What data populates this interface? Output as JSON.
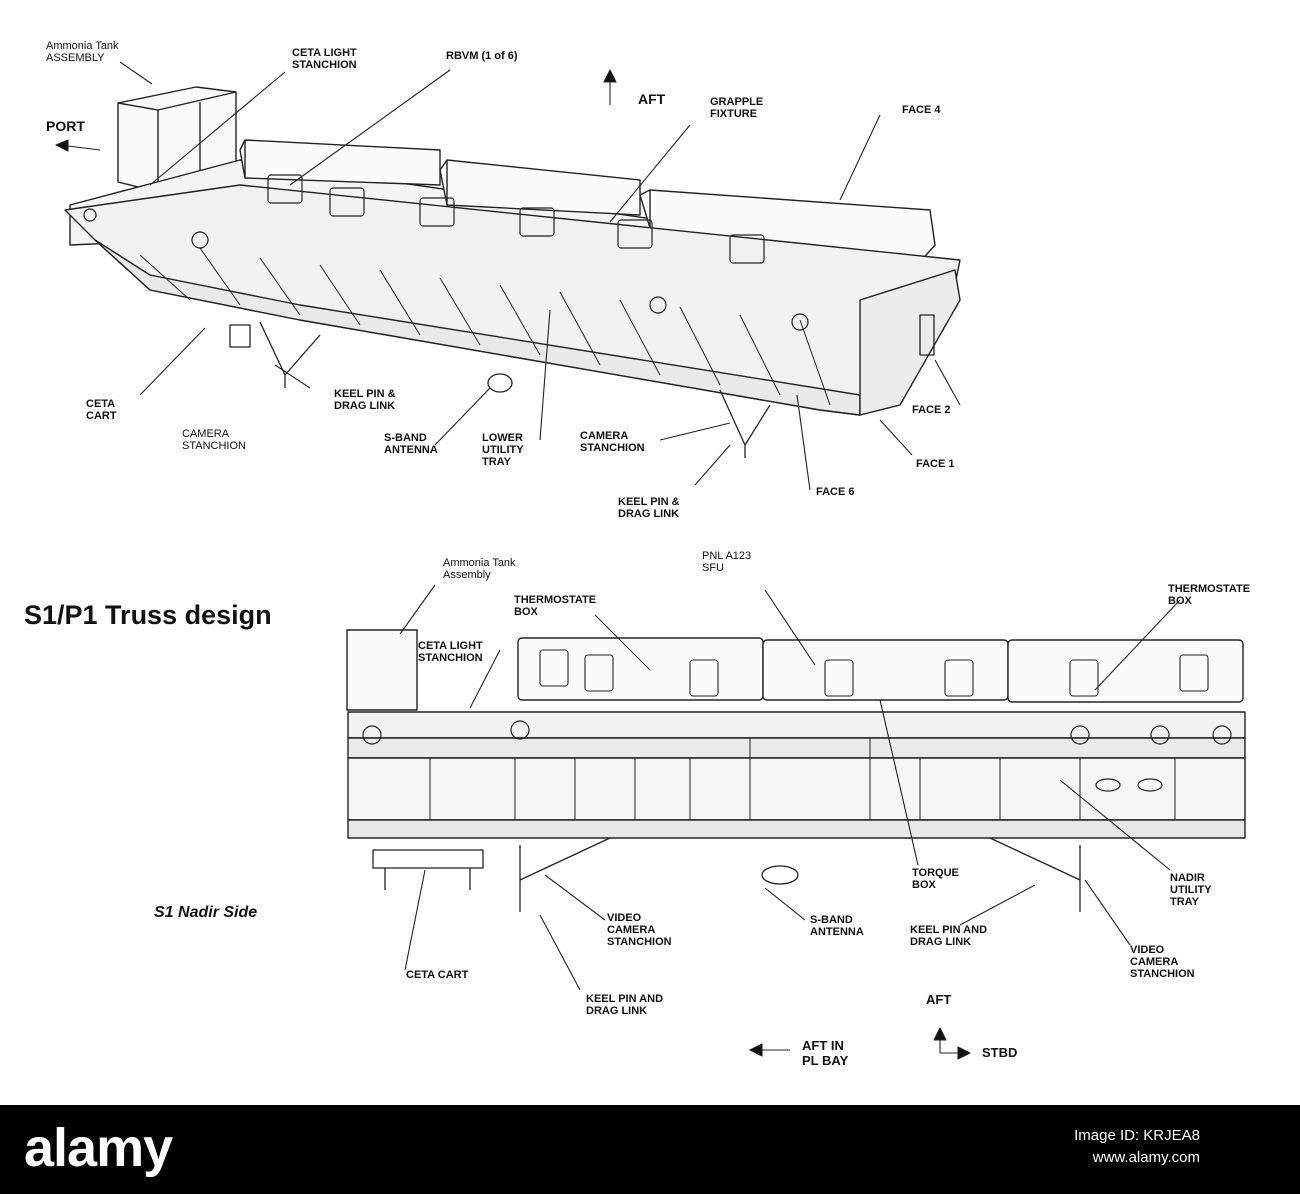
{
  "title": "S1/P1 Truss design",
  "subtitle": "S1 Nadir Side",
  "top_view": {
    "ammonia_tank": "Ammonia Tank\nASSEMBLY",
    "ceta_light": "CETA LIGHT\nSTANCHION",
    "rbvm": "RBVM (1 of 6)",
    "aft": "AFT",
    "grapple": "GRAPPLE\nFIXTURE",
    "face4": "FACE 4",
    "port": "PORT",
    "ceta_cart": "CETA\nCART",
    "keel_pin_1": "KEEL PIN &\nDRAG LINK",
    "camera_stanchion_1": "CAMERA\nSTANCHION",
    "s_band": "S-BAND\nANTENNA",
    "lower_tray": "LOWER\nUTILITY\nTRAY",
    "camera_stanchion_2": "CAMERA\nSTANCHION",
    "face2": "FACE 2",
    "face1": "FACE 1",
    "keel_pin_2": "KEEL PIN &\nDRAG LINK",
    "face6": "FACE 6"
  },
  "bottom_view": {
    "ammonia_tank": "Ammonia Tank\nAssembly",
    "ceta_light": "CETA LIGHT\nSTANCHION",
    "pnl": "PNL A123\nSFU",
    "thermo_1": "THERMOSTATE\nBOX",
    "thermo_2": "THERMOSTATE\nBOX",
    "torque": "TORQUE\nBOX",
    "nadir_tray": "NADIR\nUTILITY\nTRAY",
    "video_cam_1": "VIDEO\nCAMERA\nSTANCHION",
    "s_band": "S-BAND\nANTENNA",
    "keel_pin_1": "KEEL PIN AND\nDRAG LINK",
    "video_cam_2": "VIDEO\nCAMERA\nSTANCHION",
    "ceta_cart": "CETA CART",
    "keel_pin_2": "KEEL PIN AND\nDRAG LINK",
    "aft": "AFT",
    "aft_in_bay": "AFT IN\nPL BAY",
    "stbd": "STBD"
  },
  "watermark": {
    "brand": "alamy",
    "image_id": "Image ID: KRJEA8",
    "url": "www.alamy.com"
  }
}
